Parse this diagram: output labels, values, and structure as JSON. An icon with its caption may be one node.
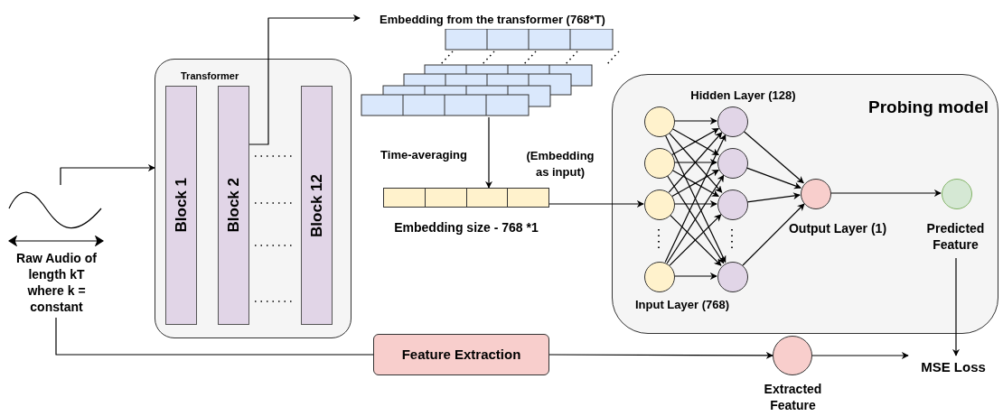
{
  "diagram": {
    "nodes": [
      {
        "text": [
          "Raw Audio of length kT where k = constant"
        ]
      },
      {
        "text": [
          "Transformer"
        ]
      },
      {
        "text": [
          "Block 1"
        ],
        "in": 1
      },
      {
        "text": [
          "Block 2"
        ],
        "in": 1
      },
      {
        "text": [
          "Block 12"
        ],
        "in": 1
      },
      {
        "text": [
          "Embedding from the transformer (768*T)"
        ]
      },
      {
        "text": [
          "Embedding size - 768 *1"
        ]
      },
      {
        "text": [
          "Probing model"
        ]
      },
      {
        "text": [],
        "shape": "circle",
        "in": 7
      },
      {
        "text": [],
        "shape": "circle",
        "in": 7
      },
      {
        "text": [],
        "shape": "circle",
        "in": 7
      },
      {
        "text": [],
        "shape": "circle",
        "in": 7
      },
      {
        "text": [],
        "shape": "circle",
        "in": 7
      },
      {
        "text": [],
        "shape": "circle",
        "in": 7
      },
      {
        "text": [],
        "shape": "circle",
        "in": 7
      },
      {
        "text": [],
        "shape": "circle",
        "in": 7
      },
      {
        "text": [],
        "shape": "circle",
        "in": 7,
        "beside": [
          "Output Layer (1)"
        ]
      },
      {
        "text": [],
        "shape": "circle",
        "in": 7,
        "beside": [
          "Predicted Feature"
        ]
      },
      {
        "text": [
          "Feature Extraction"
        ]
      },
      {
        "text": [],
        "shape": "circle",
        "beside": [
          "Extracted Feature"
        ]
      },
      {
        "text": [
          "MSE Loss"
        ]
      }
    ],
    "edges": [
      {
        "from": 0,
        "to": 1,
        "arrow": "to"
      },
      {
        "from": 3,
        "to": 5,
        "arrow": "to"
      },
      {
        "from": 5,
        "to": 6,
        "arrow": "to",
        "label": "Time-averaging"
      },
      {
        "from": 6,
        "to": 10,
        "arrow": "to",
        "label": "(Embedding as input)"
      },
      {
        "from": 8,
        "to": 12,
        "arrow": "to"
      },
      {
        "from": 8,
        "to": 13,
        "arrow": "to"
      },
      {
        "from": 8,
        "to": 14,
        "arrow": "to"
      },
      {
        "from": 8,
        "to": 15,
        "arrow": "to"
      },
      {
        "from": 9,
        "to": 12,
        "arrow": "to"
      },
      {
        "from": 9,
        "to": 13,
        "arrow": "to"
      },
      {
        "from": 9,
        "to": 14,
        "arrow": "to"
      },
      {
        "from": 9,
        "to": 15,
        "arrow": "to"
      },
      {
        "from": 10,
        "to": 12,
        "arrow": "to"
      },
      {
        "from": 10,
        "to": 13,
        "arrow": "to"
      },
      {
        "from": 10,
        "to": 14,
        "arrow": "to"
      },
      {
        "from": 10,
        "to": 15,
        "arrow": "to"
      },
      {
        "from": 11,
        "to": 12,
        "arrow": "to"
      },
      {
        "from": 11,
        "to": 13,
        "arrow": "to"
      },
      {
        "from": 11,
        "to": 14,
        "arrow": "to"
      },
      {
        "from": 11,
        "to": 15,
        "arrow": "to"
      },
      {
        "from": 12,
        "to": 16,
        "arrow": "to"
      },
      {
        "from": 13,
        "to": 16,
        "arrow": "to"
      },
      {
        "from": 14,
        "to": 16,
        "arrow": "to"
      },
      {
        "from": 15,
        "to": 16,
        "arrow": "to"
      },
      {
        "from": 16,
        "to": 17,
        "arrow": "to"
      },
      {
        "from": 17,
        "to": 20,
        "arrow": "to"
      },
      {
        "from": 0,
        "to": 18,
        "arrow": "none"
      },
      {
        "from": 18,
        "to": 19,
        "arrow": "to"
      },
      {
        "from": 19,
        "to": 20,
        "arrow": "to"
      }
    ],
    "labels": [
      "Hidden Layer (128)",
      "Input Layer (768)"
    ]
  }
}
